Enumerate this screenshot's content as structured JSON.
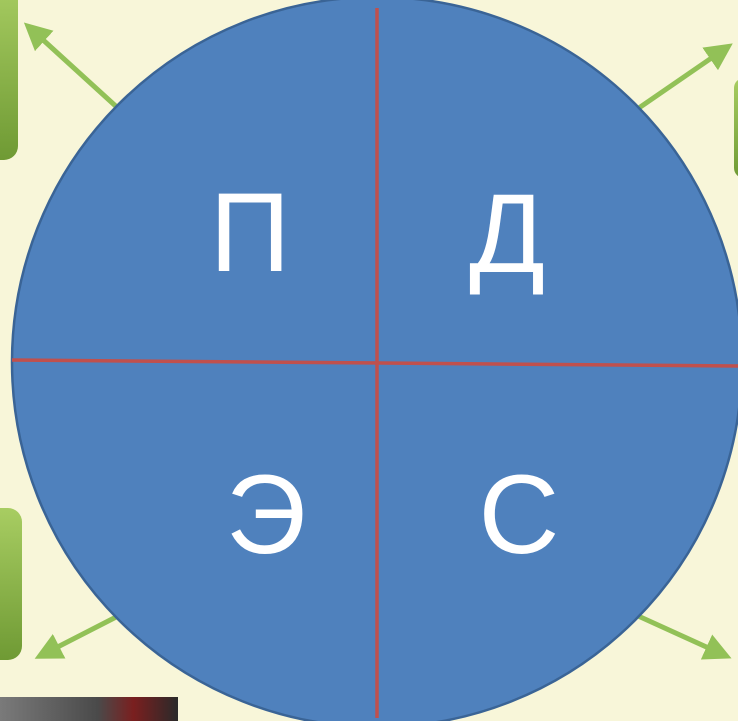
{
  "colors": {
    "background": "#f8f6d9",
    "circle_fill": "#4f81bd",
    "circle_stroke": "#3a6496",
    "divider": "#c0504d",
    "arrow": "#92c157",
    "callout_box": "#8fba4a",
    "callout_box_dark": "#5f8a2c",
    "label_text": "#ffffff"
  },
  "quadrants": [
    {
      "id": "top-left",
      "letter": "П"
    },
    {
      "id": "top-right",
      "letter": "Д"
    },
    {
      "id": "bottom-left",
      "letter": "Э"
    },
    {
      "id": "bottom-right",
      "letter": "С"
    }
  ],
  "icons": {
    "arrows": [
      "arrow-top-left-icon",
      "arrow-top-right-icon",
      "arrow-bottom-left-icon",
      "arrow-bottom-right-icon"
    ],
    "photo": "photo-thumbnail"
  }
}
